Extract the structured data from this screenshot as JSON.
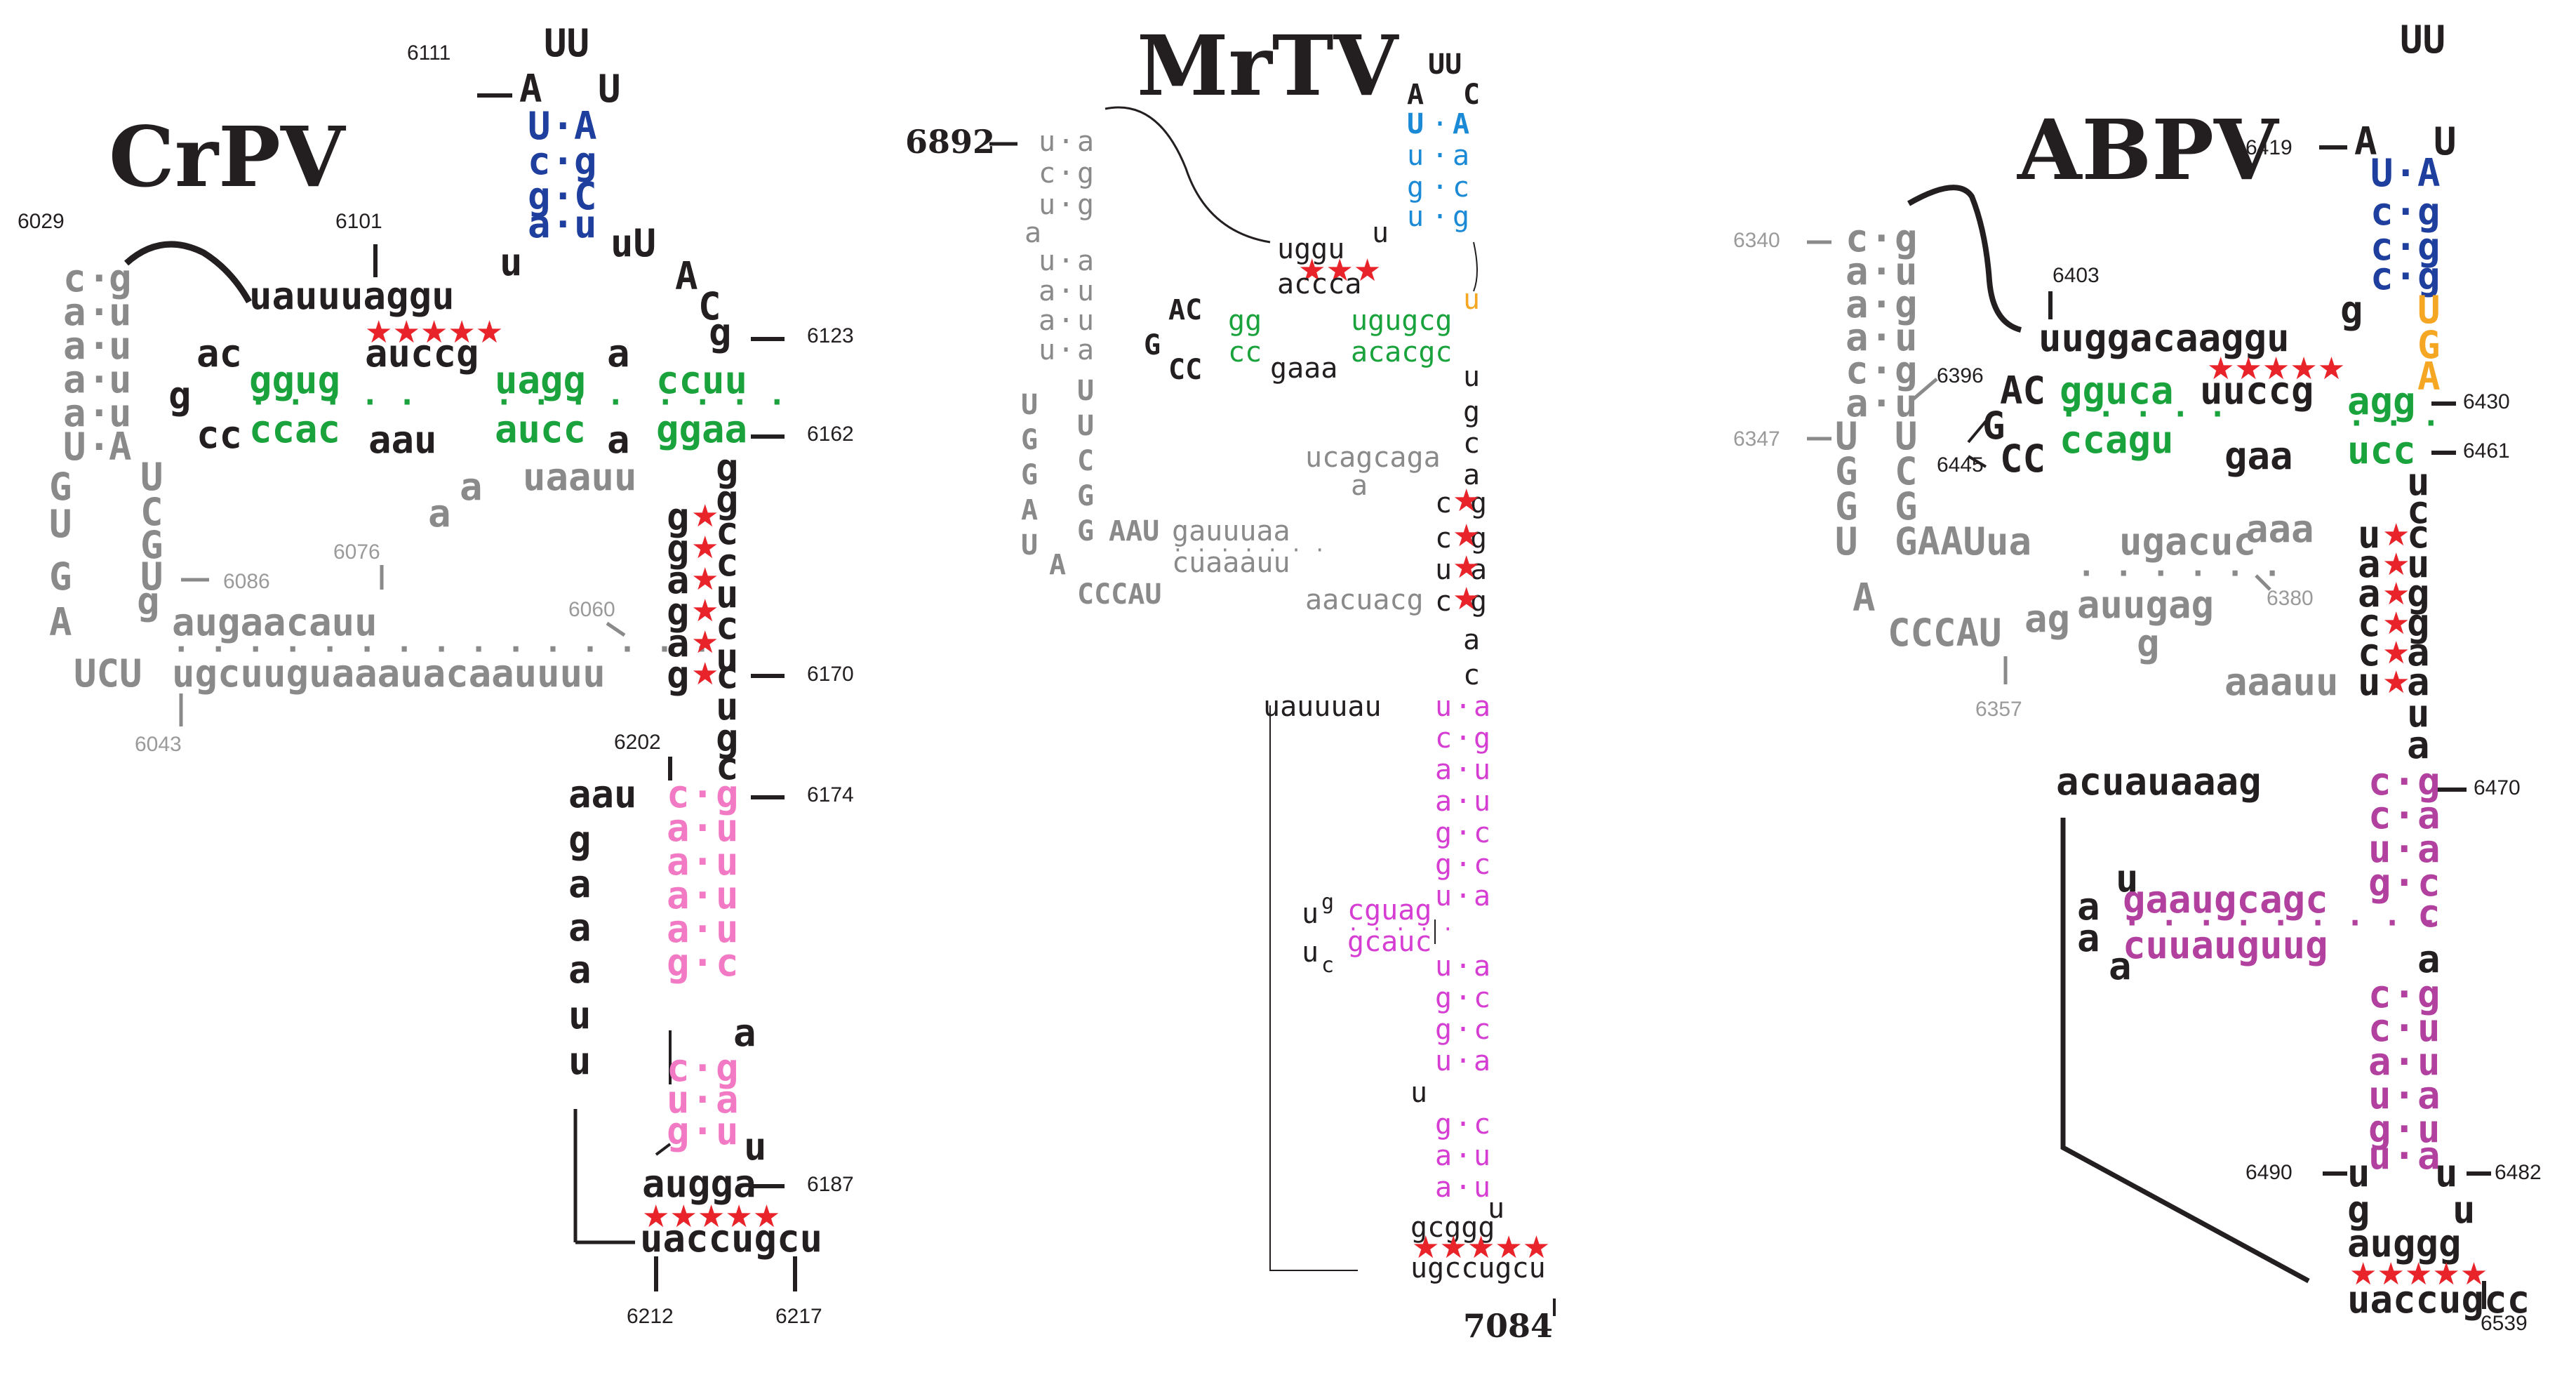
{
  "panels": {
    "crpv": {
      "title": "CrPV",
      "colors": {
        "grey": "#8a8a8a",
        "black": "#231f20",
        "blue": "#1f3f9e",
        "green": "#1aa33c",
        "pink": "#f27ac4",
        "red": "#e8232a"
      },
      "positions": [
        "6029",
        "6101",
        "6111",
        "6123",
        "6162",
        "6076",
        "6086",
        "6060",
        "6170",
        "6043",
        "6202",
        "6174",
        "6187",
        "6212",
        "6217"
      ],
      "loop_top": "UU",
      "stem_top_5": [
        "A",
        "U",
        "c",
        "g",
        "a"
      ],
      "stem_top_3": [
        "U",
        "A",
        "g",
        "C",
        "u"
      ],
      "seq_main": "uauuuaggu",
      "seq_auccg": "auccg",
      "seq_ac": "ac",
      "seq_g": "g",
      "seq_ggug": "ggug",
      "seq_uagg": "uagg",
      "seq_a1": "a",
      "seq_ccuu": "ccuu",
      "seq_cc": "cc",
      "seq_ccac": "ccac",
      "seq_aau": "aau",
      "seq_aucc": "aucc",
      "seq_a2": "a",
      "seq_ggaa": "ggaa",
      "seq_u": "u",
      "seq_uU": "uU",
      "seq_A": "A",
      "seq_C": "C",
      "seq_g2": "g",
      "left_col_5": [
        "c",
        "a",
        "a",
        "a",
        "a",
        "U"
      ],
      "left_col_3": [
        "g",
        "u",
        "u",
        "u",
        "u",
        "A"
      ],
      "left_tail": [
        "G",
        "U",
        "G",
        "A"
      ],
      "ucgu": [
        "U",
        "C",
        "G",
        "U"
      ],
      "seq_uaauu": "uaauu",
      "seq_a3": "a",
      "seq_a4": "a",
      "seq_augaacauu": "augaacauu",
      "seq_g3": "g",
      "seq_ucu": "UCU",
      "seq_ugcuug": "ugcuuguaaauacaauuuu",
      "pk_left": [
        "g",
        "g",
        "a",
        "g",
        "a",
        "g"
      ],
      "pk_right": [
        "c",
        "c",
        "u",
        "c",
        "u",
        "c"
      ],
      "stem_gu": [
        "g",
        "u"
      ],
      "seq_cuguc": [
        "u",
        "g",
        "c"
      ],
      "loop3": [
        "a",
        "g",
        "a",
        "a",
        "a",
        "u",
        "u"
      ],
      "seq_aau2": "aau",
      "pink5": [
        "c",
        "a",
        "a",
        "a",
        "a",
        "g"
      ],
      "pink3": [
        "g",
        "u",
        "u",
        "u",
        "u",
        "c"
      ],
      "pink5b": [
        "c",
        "u",
        "g"
      ],
      "pink3b": [
        "g",
        "a",
        "u"
      ],
      "seq_a5": "a",
      "seq_u5": "u",
      "seq_augga": "augga",
      "seq_uaccugcu": "uaccugcu"
    },
    "mrtv": {
      "title": "MrTV",
      "positions": [
        "6892",
        "7084"
      ],
      "loop_top": "UU",
      "ac": [
        "A",
        "C"
      ],
      "stem_top_5": [
        "U",
        "u",
        "g",
        "u"
      ],
      "stem_top_3": [
        "A",
        "a",
        "c",
        "g"
      ],
      "seq_uggu": "uggu",
      "seq_u": "u",
      "seq_accca": "accca",
      "seq_u_orange": "u",
      "seq_AC": "AC",
      "seq_G": "G",
      "seq_CC": "CC",
      "seq_gg": "gg",
      "seq_cc": "cc",
      "seq_ugugcg": "ugugcg",
      "seq_acacgc": "acacgc",
      "seq_gaaa": "gaaa",
      "left5": [
        "u",
        "c",
        "u",
        "a",
        "u",
        "a",
        "a",
        "u"
      ],
      "left3": [
        "a",
        "g",
        "g",
        "",
        "a",
        "u",
        "u",
        "a"
      ],
      "col_ugga": [
        "U",
        "G",
        "G",
        "A",
        "U"
      ],
      "col_uucgg": [
        "U",
        "U",
        "C",
        "G",
        "G"
      ],
      "seq_aau": "AAU",
      "seq_gauuuaa": "gauuuaa",
      "seq_cuaaauu": "cuaaauu",
      "seq_a": "A",
      "seq_cccau": "CCCAU",
      "seq_ucagcaga": "ucagcaga",
      "seq_a2": "a",
      "seq_aacuacg": "aacuacg",
      "right_col": [
        "u",
        "g",
        "c",
        "a"
      ],
      "pk5": [
        "c",
        "c",
        "u",
        "c"
      ],
      "pk3": [
        "g",
        "g",
        "a",
        "g"
      ],
      "seq_ac_col": [
        "a",
        "c"
      ],
      "seq_uauuuau": "uauuuau",
      "mag5": [
        "u",
        "c",
        "a",
        "a",
        "g",
        "g",
        "u"
      ],
      "mag3": [
        "a",
        "g",
        "u",
        "u",
        "c",
        "c",
        "a"
      ],
      "seq_ug": "u",
      "seq_g_": "g",
      "seq_uc": "u",
      "seq_c_": "c",
      "seq_cguag": "cguag",
      "seq_gcauc": "gcauc",
      "mag5b": [
        "u",
        "g",
        "g",
        "u"
      ],
      "mag3b": [
        "a",
        "c",
        "c",
        "a"
      ],
      "seq_u2": "u",
      "mag5c": [
        "g",
        "a",
        "a"
      ],
      "mag3c": [
        "c",
        "u",
        "u"
      ],
      "seq_u3": "u",
      "seq_gcggg": "gcggg",
      "seq_ugccugcu": "ugccugcu"
    },
    "abpv": {
      "title": "ABPV",
      "colors": {
        "orange": "#f5a623",
        "purple": "#b2409f"
      },
      "positions": [
        "6419",
        "6340",
        "6403",
        "6396",
        "6430",
        "6347",
        "6445",
        "6461",
        "6380",
        "6357",
        "6470",
        "6490",
        "6482",
        "6539"
      ],
      "loop_top": "UU",
      "stem5": [
        "A",
        "U",
        "c",
        "c",
        "c"
      ],
      "stem3": [
        "U",
        "A",
        "g",
        "g",
        "g"
      ],
      "seq_g": "g",
      "orange": [
        "U",
        "G",
        "A"
      ],
      "seq_uuggacaaggu": "uuggacaaggu",
      "seq_AC": "AC",
      "seq_gguca": "gguca",
      "seq_uuccg": "uuccg",
      "seq_agg": "agg",
      "seq_G": "G",
      "seq_CC": "CC",
      "seq_ccagu": "ccagu",
      "seq_gaa": "gaa",
      "seq_ucc": "ucc",
      "left5": [
        "c",
        "a",
        "a",
        "a",
        "c",
        "a"
      ],
      "left3": [
        "g",
        "u",
        "g",
        "u",
        "g",
        "u"
      ],
      "col_uggu": [
        "U",
        "G",
        "G",
        "U"
      ],
      "col_ucg": [
        "U",
        "C",
        "G"
      ],
      "seq_a": "A",
      "seq_gaauua": "GAAUua",
      "seq_ugacuc": "ugacuc",
      "seq_cccau": "CCCAU",
      "seq_ag": "ag",
      "seq_auugag": "auugag",
      "seq_g2": "g",
      "seq_aaa": "aaa",
      "seq_aaauu": "aaauu",
      "pk5": [
        "u",
        "a",
        "a",
        "c",
        "c",
        "u"
      ],
      "pk3": [
        "c",
        "u",
        "g",
        "g",
        "a",
        "a"
      ],
      "right_col": [
        "u",
        "c",
        "u"
      ],
      "seq_ua": [
        "u",
        "a"
      ],
      "seq_acuauaaag": "acuauaaag",
      "pur5": [
        "c",
        "c",
        "u",
        "g",
        "a"
      ],
      "pur3": [
        "g",
        "a",
        "a",
        "c",
        "c"
      ],
      "seq_u": "u",
      "seq_a1": "a",
      "seq_a2": "a",
      "seq_a3": "a",
      "seq_gaaugcagc": "gaaugcagc",
      "seq_cuuauguug": "cuuauguug",
      "seq_a4": "a",
      "pur5b": [
        "c",
        "c",
        "a",
        "u",
        "g",
        "u"
      ],
      "pur3b": [
        "g",
        "u",
        "u",
        "a",
        "u",
        "a"
      ],
      "seq_u2": "u",
      "seq_u3": "u",
      "seq_g3": "g",
      "seq_u4": "u",
      "seq_auggg": "auggg",
      "seq_uaccugcc": "uaccugcc"
    }
  }
}
